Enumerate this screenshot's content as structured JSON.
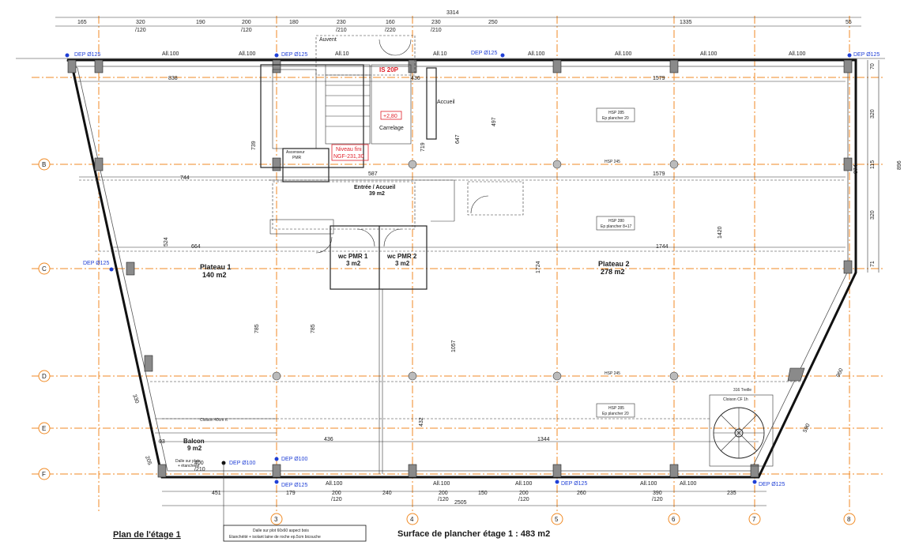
{
  "plan": {
    "title": "Plan de l'étage 1",
    "surface": "Surface de plancher étage 1 : 483 m2",
    "note": [
      "Dalle sur plot 60x60 aspect bois",
      "Etanchéité + isolant laine de roche ep.5cm bicouche"
    ]
  },
  "top_dims": {
    "total": "3314",
    "segments": [
      "165",
      "320",
      "/120",
      "190",
      "200",
      "/120",
      "180",
      "230",
      "/210",
      "160",
      "/220",
      "230",
      "/210",
      "250",
      "1335",
      "55"
    ]
  },
  "bottom_dims": {
    "total": "2505",
    "segments": [
      "451",
      "179",
      "200",
      "/120",
      "240",
      "200",
      "/120",
      "150",
      "200",
      "/120",
      "260",
      "390",
      "/120",
      "235"
    ]
  },
  "axes": {
    "rows": [
      "B",
      "C",
      "D",
      "E",
      "F"
    ],
    "cols": [
      "3",
      "4",
      "5",
      "6",
      "7",
      "8"
    ]
  },
  "rooms": {
    "plateau1": {
      "name": "Plateau 1",
      "area": "140 m2"
    },
    "plateau2": {
      "name": "Plateau 2",
      "area": "278 m2"
    },
    "entree": {
      "name": "Entrée / Accueil",
      "area": "39 m2"
    },
    "wc1": {
      "name": "wc PMR 1",
      "area": "3 m2"
    },
    "wc2": {
      "name": "wc PMR 2",
      "area": "3 m2"
    },
    "balcon": {
      "name": "Balcon",
      "area": "9 m2"
    },
    "accueil": "Accueil",
    "carrelage": "Carrelage",
    "ascenseur": [
      "Ascenseur",
      "PMR"
    ],
    "auvent": "Auvent"
  },
  "labels": {
    "is20p": "IS 20P",
    "level": "+2,80",
    "niveau": [
      "Niveau fini",
      "NGF-231,30"
    ],
    "hsp285_top": [
      "HSP 285",
      "Ep plancher 20"
    ],
    "hsp280": [
      "HSP 280",
      "Ep plancher 8+17"
    ],
    "hsp285_bot": [
      "HSP 285",
      "Ep plancher 20"
    ],
    "hsp245": "HSP 245",
    "dep125": "DEP Ø125",
    "dep100": "DEP Ø100",
    "all100": "All.100",
    "all10": "All.10",
    "treille": "316 Treille",
    "cloison_cf": "Cloison CF 1h",
    "cloison40": "Cloison 40cm rt",
    "dalle": [
      "Dalle sur plots",
      "+ étanchéité"
    ]
  },
  "dims": {
    "d838": "838",
    "d436": "436",
    "d1579": "1579",
    "d744": "744",
    "d587": "587",
    "d664": "664",
    "d1744": "1744",
    "d524": "524",
    "d785": "785",
    "d1057": "1057",
    "d1724": "1724",
    "d1420": "1420",
    "d432": "432",
    "d1344": "1344",
    "d400": "400",
    "d210": "/210",
    "d320": "320",
    "d115": "115",
    "d874": "874",
    "d896": "896",
    "d70": "70",
    "d71": "71",
    "d330": "330",
    "d960": "960",
    "d590": "590",
    "d205": "205",
    "d93": "93",
    "d497": "497",
    "d719": "719",
    "d647": "647",
    "d739": "739"
  }
}
